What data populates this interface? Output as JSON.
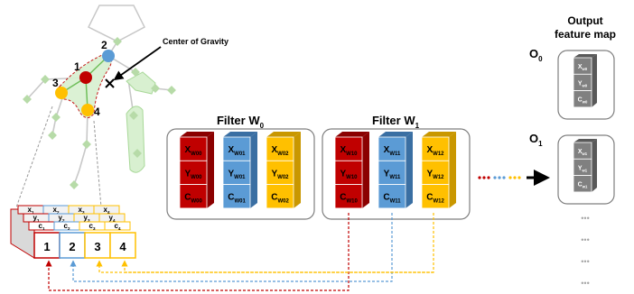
{
  "skeleton": {
    "cog_label": "Center of Gravity",
    "joint_numbers": [
      "1",
      "2",
      "3",
      "4"
    ]
  },
  "input_block": {
    "top_labels": [
      {
        "letter": "x",
        "sub": "1"
      },
      {
        "letter": "x",
        "sub": "2"
      },
      {
        "letter": "x",
        "sub": "3"
      },
      {
        "letter": "x",
        "sub": "4"
      }
    ],
    "mid_labels": [
      {
        "letter": "y",
        "sub": "1"
      },
      {
        "letter": "y",
        "sub": "2"
      },
      {
        "letter": "y",
        "sub": "3"
      },
      {
        "letter": "y",
        "sub": "4"
      }
    ],
    "low_labels": [
      {
        "letter": "c",
        "sub": "1"
      },
      {
        "letter": "c",
        "sub": "2"
      },
      {
        "letter": "c",
        "sub": "3"
      },
      {
        "letter": "c",
        "sub": "4"
      }
    ],
    "front_numbers": [
      "1",
      "2",
      "3",
      "4"
    ]
  },
  "filters": [
    {
      "title": "Filter W",
      "title_sub": "0",
      "columns": [
        {
          "color": "red",
          "cells": [
            {
              "letter": "X",
              "sub": "W00"
            },
            {
              "letter": "Y",
              "sub": "W00"
            },
            {
              "letter": "C",
              "sub": "W00"
            }
          ]
        },
        {
          "color": "blue",
          "cells": [
            {
              "letter": "X",
              "sub": "W01"
            },
            {
              "letter": "Y",
              "sub": "W01"
            },
            {
              "letter": "C",
              "sub": "W01"
            }
          ]
        },
        {
          "color": "yellow",
          "cells": [
            {
              "letter": "X",
              "sub": "W02"
            },
            {
              "letter": "Y",
              "sub": "W02"
            },
            {
              "letter": "C",
              "sub": "W02"
            }
          ]
        }
      ]
    },
    {
      "title": "Filter W",
      "title_sub": "1",
      "columns": [
        {
          "color": "red",
          "cells": [
            {
              "letter": "X",
              "sub": "W10"
            },
            {
              "letter": "Y",
              "sub": "W10"
            },
            {
              "letter": "C",
              "sub": "W10"
            }
          ]
        },
        {
          "color": "blue",
          "cells": [
            {
              "letter": "X",
              "sub": "W11"
            },
            {
              "letter": "Y",
              "sub": "W11"
            },
            {
              "letter": "C",
              "sub": "W11"
            }
          ]
        },
        {
          "color": "yellow",
          "cells": [
            {
              "letter": "X",
              "sub": "W12"
            },
            {
              "letter": "Y",
              "sub": "W12"
            },
            {
              "letter": "C",
              "sub": "W12"
            }
          ]
        }
      ]
    }
  ],
  "output": {
    "title_line1": "Output",
    "title_line2": "feature map",
    "maps": [
      {
        "label": "O",
        "label_sub": "0",
        "cells": [
          {
            "letter": "X",
            "sub": "w0"
          },
          {
            "letter": "Y",
            "sub": "w0"
          },
          {
            "letter": "C",
            "sub": "w0"
          }
        ]
      },
      {
        "label": "O",
        "label_sub": "1",
        "cells": [
          {
            "letter": "X",
            "sub": "w1"
          },
          {
            "letter": "Y",
            "sub": "w1"
          },
          {
            "letter": "C",
            "sub": "w1"
          }
        ]
      }
    ],
    "ellipsis": "•••"
  },
  "colors": {
    "red": "#c00000",
    "red_side": "#8b0000",
    "blue": "#5b9bd5",
    "blue_side": "#3a6fa3",
    "yellow": "#ffc000",
    "yellow_side": "#c99700",
    "gray": "#808080",
    "skeleton_fill": "#d8f0d0",
    "skeleton_node": "#b7dba8"
  }
}
